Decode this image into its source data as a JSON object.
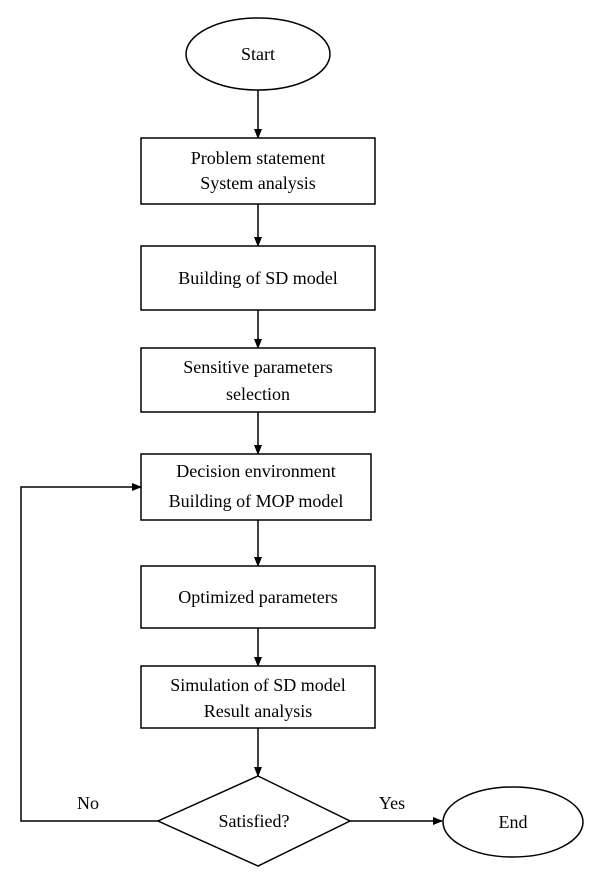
{
  "flowchart": {
    "start": "Start",
    "step1": {
      "line1": "Problem statement",
      "line2": "System analysis"
    },
    "step2": {
      "line1": "Building of SD model"
    },
    "step3": {
      "line1": "Sensitive parameters",
      "line2": "selection"
    },
    "step4": {
      "line1": "Decision environment",
      "line2": "Building of MOP model"
    },
    "step5": {
      "line1": "Optimized parameters"
    },
    "step6": {
      "line1": "Simulation of SD model",
      "line2": "Result analysis"
    },
    "decision": "Satisfied?",
    "no_label": "No",
    "yes_label": "Yes",
    "end": "End"
  }
}
